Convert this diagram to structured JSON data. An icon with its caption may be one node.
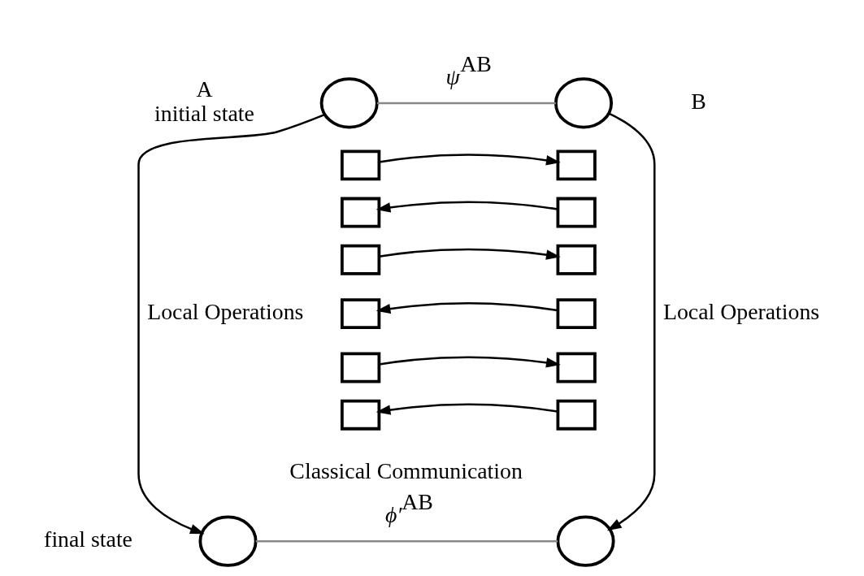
{
  "diagram": {
    "nodes": [
      {
        "text": [],
        "shape": "circle",
        "beside": [
          "A",
          "initial state"
        ]
      },
      {
        "text": [],
        "shape": "circle",
        "beside": [
          "B"
        ]
      },
      {
        "text": [],
        "shape": "box"
      },
      {
        "text": [],
        "shape": "box"
      },
      {
        "text": [],
        "shape": "box"
      },
      {
        "text": [],
        "shape": "box"
      },
      {
        "text": [],
        "shape": "box"
      },
      {
        "text": [],
        "shape": "box"
      },
      {
        "text": [],
        "shape": "box"
      },
      {
        "text": [],
        "shape": "box"
      },
      {
        "text": [],
        "shape": "box"
      },
      {
        "text": [],
        "shape": "box"
      },
      {
        "text": [],
        "shape": "box"
      },
      {
        "text": [],
        "shape": "box"
      },
      {
        "text": [],
        "shape": "circle",
        "beside": [
          "final state"
        ]
      },
      {
        "text": [],
        "shape": "circle"
      }
    ],
    "edges": [
      {
        "from": 0,
        "to": 1,
        "arrow": "none",
        "label": "*ψ*$^{AB}$",
        "color": "#888888"
      },
      {
        "from": 0,
        "to": 14,
        "arrow": "to",
        "label": "Local Operations"
      },
      {
        "from": 1,
        "to": 15,
        "arrow": "to",
        "label": "Local Operations"
      },
      {
        "from": 2,
        "to": 3,
        "arrow": "to"
      },
      {
        "from": 5,
        "to": 4,
        "arrow": "to"
      },
      {
        "from": 6,
        "to": 7,
        "arrow": "to"
      },
      {
        "from": 9,
        "to": 8,
        "arrow": "to"
      },
      {
        "from": 10,
        "to": 11,
        "arrow": "to"
      },
      {
        "from": 13,
        "to": 12,
        "arrow": "to"
      },
      {
        "from": 14,
        "to": 15,
        "arrow": "none",
        "label": "*ϕ′*$^{AB}$",
        "color": "#888888"
      }
    ],
    "labels": [
      "Classical Communication"
    ]
  }
}
